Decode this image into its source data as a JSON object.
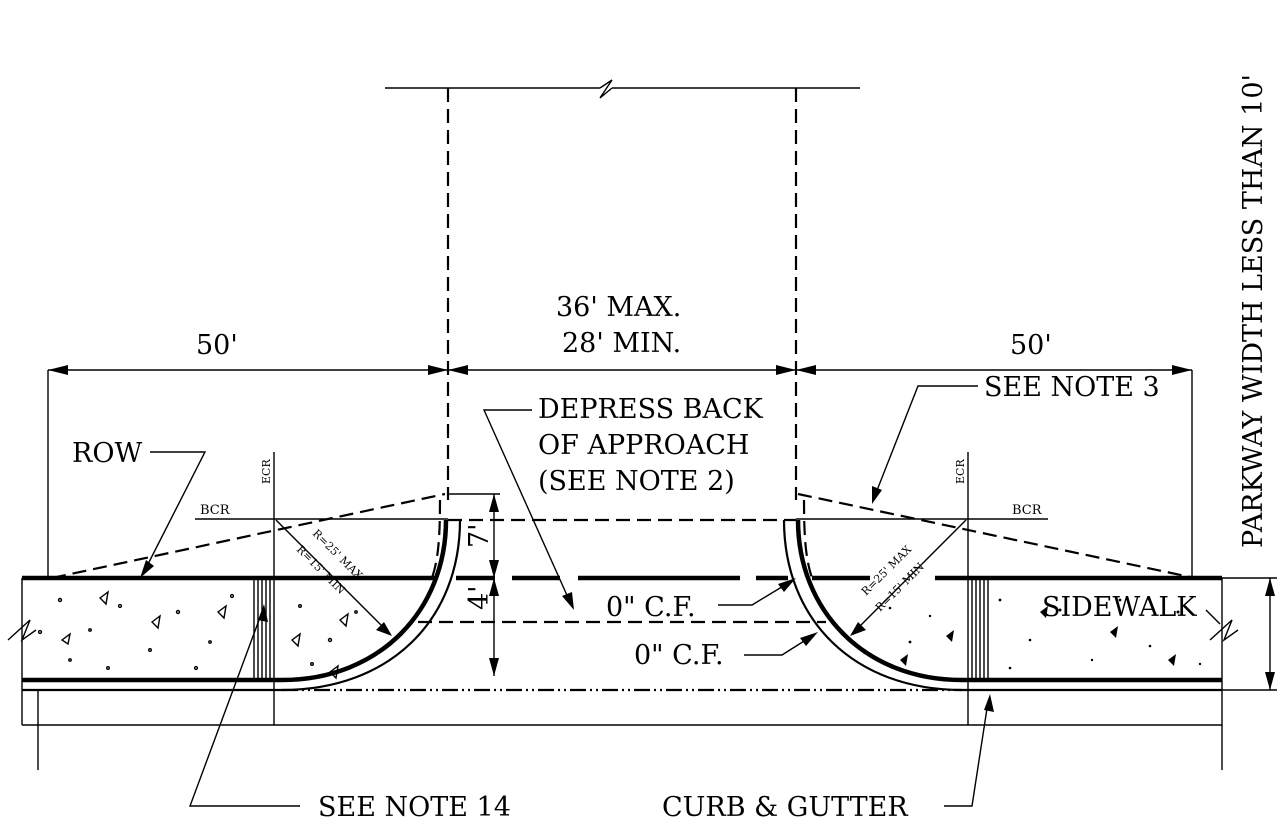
{
  "dimensions": {
    "left_setback": "50'",
    "right_setback": "50'",
    "width_max": "36' MAX.",
    "width_min": "28' MIN.",
    "depth_7": "7'",
    "depth_4": "4'"
  },
  "labels": {
    "row": "ROW",
    "depress_line1": "DEPRESS BACK",
    "depress_line2": "OF APPROACH",
    "depress_line3": "(SEE NOTE 2)",
    "see_note_3": "SEE NOTE 3",
    "parkway": "PARKWAY WIDTH LESS THAN 10'",
    "sidewalk": "SIDEWALK",
    "cf_upper": "0\" C.F.",
    "cf_lower": "0\" C.F.",
    "see_note_14": "SEE NOTE 14",
    "curb_gutter": "CURB & GUTTER",
    "ecr_left": "ECR",
    "ecr_right": "ECR",
    "bcr_left": "BCR",
    "bcr_right": "BCR",
    "radius_max_left": "R=25' MAX",
    "radius_min_left": "R=15' MIN",
    "radius_max_right": "R=25' MAX",
    "radius_min_right": "R=15' MIN"
  },
  "colors": {
    "line": "#000000",
    "background": "#ffffff"
  }
}
